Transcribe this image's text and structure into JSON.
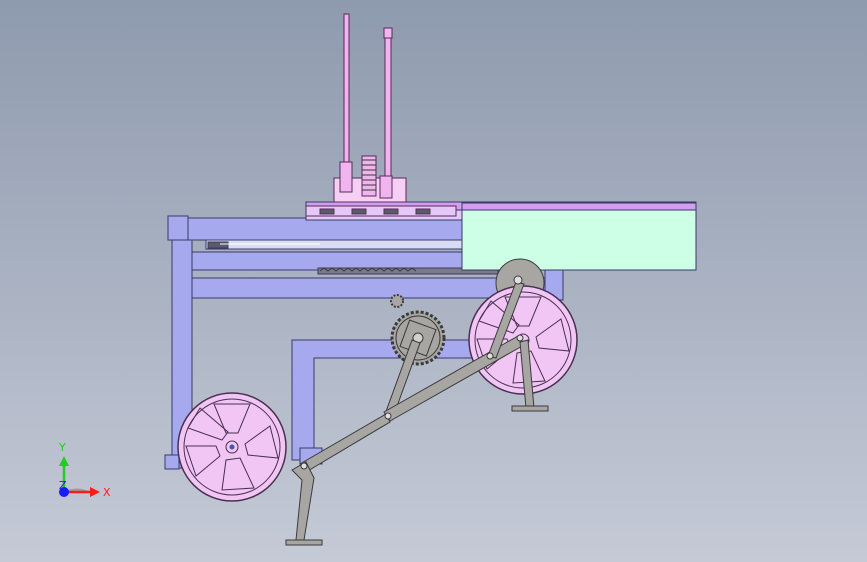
{
  "viewport": {
    "background_top": "#8e9aae",
    "background_bottom": "#c5cad6"
  },
  "colors": {
    "frame": "#a7a9ee",
    "frame_edge": "#3a3a66",
    "panel": "#ccffe6",
    "panel_top": "#d49ef0",
    "wheel": "#f2c6f4",
    "wheel_edge": "#4a3050",
    "linkage": "#a7a6a3",
    "linkage_edge": "#3a3a3a",
    "lever": "#f0b4ee"
  },
  "triad": {
    "x_label": "X",
    "y_label": "Y",
    "z_label": "Z",
    "x_color": "#ff1a1a",
    "y_color": "#22cc22",
    "z_color": "#1a1aff"
  }
}
